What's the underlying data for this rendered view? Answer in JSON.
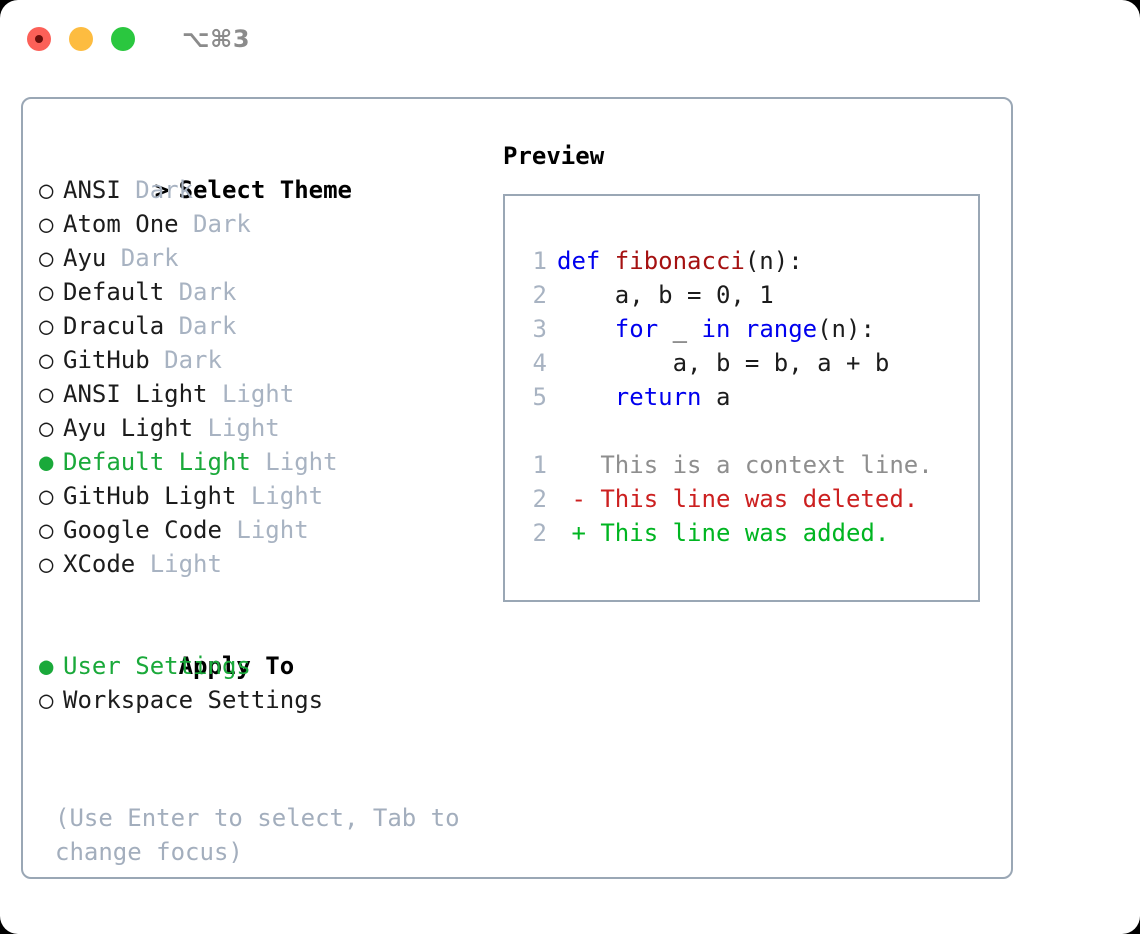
{
  "titlebar": {
    "shortcut_label": "⌥⌘3",
    "lights": [
      {
        "name": "close",
        "color": "#fc6058"
      },
      {
        "name": "minimize",
        "color": "#fdbc40"
      },
      {
        "name": "maximize",
        "color": "#2ac73f"
      }
    ]
  },
  "colors": {
    "accent_green": "#1aa93a",
    "muted": "#a8b3c2",
    "border": "#9aa7b5",
    "keyword_blue": "#0000ee",
    "function_red": "#a51111",
    "diff_added": "#00b521",
    "diff_removed": "#cc2020",
    "diff_context": "#8e8e8e"
  },
  "theme_picker": {
    "header_marker": ">",
    "header_label": "Select Theme",
    "items": [
      {
        "marker": "○",
        "label": "ANSI",
        "variant": "Dark",
        "selected": false
      },
      {
        "marker": "○",
        "label": "Atom One",
        "variant": "Dark",
        "selected": false
      },
      {
        "marker": "○",
        "label": "Ayu",
        "variant": "Dark",
        "selected": false
      },
      {
        "marker": "○",
        "label": "Default",
        "variant": "Dark",
        "selected": false
      },
      {
        "marker": "○",
        "label": "Dracula",
        "variant": "Dark",
        "selected": false
      },
      {
        "marker": "○",
        "label": "GitHub",
        "variant": "Dark",
        "selected": false
      },
      {
        "marker": "○",
        "label": "ANSI Light",
        "variant": "Light",
        "selected": false
      },
      {
        "marker": "○",
        "label": "Ayu Light",
        "variant": "Light",
        "selected": false
      },
      {
        "marker": "●",
        "label": "Default Light",
        "variant": "Light",
        "selected": true
      },
      {
        "marker": "○",
        "label": "GitHub Light",
        "variant": "Light",
        "selected": false
      },
      {
        "marker": "○",
        "label": "Google Code",
        "variant": "Light",
        "selected": false
      },
      {
        "marker": "○",
        "label": "XCode",
        "variant": "Light",
        "selected": false
      }
    ]
  },
  "apply_to": {
    "title": "Apply To",
    "options": [
      {
        "marker": "●",
        "label": "User Settings",
        "selected": true
      },
      {
        "marker": "○",
        "label": "Workspace Settings",
        "selected": false
      }
    ]
  },
  "hint": "(Use Enter to select, Tab to change focus)",
  "preview": {
    "title": "Preview",
    "code_lines": [
      {
        "number": "1",
        "segments": [
          {
            "text": "def ",
            "style": "kw"
          },
          {
            "text": "fibonacci",
            "style": "fn"
          },
          {
            "text": "(n):",
            "style": "plain"
          }
        ]
      },
      {
        "number": "2",
        "segments": [
          {
            "text": "    a, b = 0, 1",
            "style": "plain"
          }
        ]
      },
      {
        "number": "3",
        "segments": [
          {
            "text": "    ",
            "style": "plain"
          },
          {
            "text": "for",
            "style": "kw"
          },
          {
            "text": " _ ",
            "style": "plain"
          },
          {
            "text": "in range",
            "style": "kw"
          },
          {
            "text": "(n):",
            "style": "plain"
          }
        ]
      },
      {
        "number": "4",
        "segments": [
          {
            "text": "        a, b = b, a + b",
            "style": "plain"
          }
        ]
      },
      {
        "number": "5",
        "segments": [
          {
            "text": "    ",
            "style": "plain"
          },
          {
            "text": "return",
            "style": "kw"
          },
          {
            "text": " a",
            "style": "plain"
          }
        ]
      },
      {
        "number": "",
        "segments": []
      },
      {
        "number": "1",
        "segments": [
          {
            "text": "   This is a context line.",
            "style": "ctx"
          }
        ]
      },
      {
        "number": "2",
        "segments": [
          {
            "text": " - This line was deleted.",
            "style": "del"
          }
        ]
      },
      {
        "number": "2",
        "segments": [
          {
            "text": " + This line was added.",
            "style": "add"
          }
        ]
      }
    ]
  }
}
